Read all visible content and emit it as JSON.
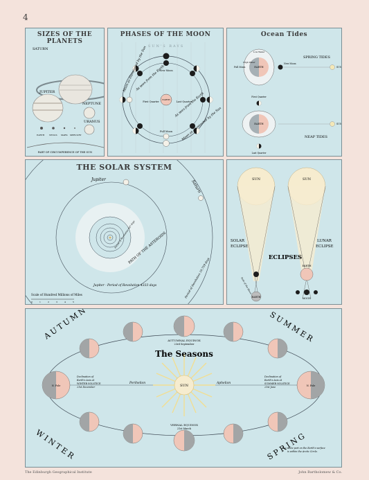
{
  "page_number": "4",
  "footer": {
    "left": "The Edinburgh Geographical Institute",
    "right": "John Bartholomew & Co."
  },
  "colors": {
    "page_bg": "#f4e3dc",
    "panel_bg": "#cfe6ea",
    "sun": "#f6eccf",
    "earth_pink": "#f0c6b8",
    "dark": "#1c1c1c",
    "orbit": "#3f4a55"
  },
  "planets": {
    "title": "SIZES OF THE PLANETS",
    "saturn": "SATURN",
    "jupiter": "JUPITER",
    "neptune": "NEPTUNE",
    "uranus": "URANUS",
    "small": [
      "EARTH",
      "VENUS",
      "MARS",
      "MERCURY"
    ],
    "sun_note": "PART OF CIRCUMFERENCE OF THE SUN"
  },
  "moon": {
    "title": "PHASES OF THE MOON",
    "sun_rays": "SUN'S RAYS",
    "outer_left": "Moon as illuminated by the Sun",
    "inner_left": "As seen from the Earth",
    "inner_right": "As seen from the Earth",
    "outer_right": "Moon as illuminated by the Sun",
    "new_moon": "New Moon",
    "first_quarter": "First Quarter",
    "last_quarter": "Last Quarter",
    "full_moon": "Full Moon",
    "earth": "EARTH"
  },
  "tides": {
    "title": "Ocean Tides",
    "spring": "SPRING TIDES",
    "neap": "NEAP TIDES",
    "full_moon": "Full Moon",
    "new_moon": "New Moon",
    "earth": "EARTH",
    "sun": "SUN",
    "low_water": "Low Water",
    "high_water": "High Water",
    "first_quarter": "First Quarter",
    "last_quarter": "Last Quarter"
  },
  "solar": {
    "title": "THE SOLAR SYSTEM",
    "jupiter_top": "Jupiter",
    "saturn": "Saturn",
    "path": "PATH OF THE ASTEROIDS",
    "jupiter_period": "Jupiter - Period of Revolution 4333 days",
    "saturn_period": "Period of Revolution 10,759 days",
    "mars_period": "Period of Revolution 687 days",
    "scale": "Scale of Hundred Millions of Miles",
    "scale_ticks": [
      "0",
      "1",
      "2",
      "3",
      "4",
      "5"
    ]
  },
  "eclipses": {
    "title": "ECLIPSES",
    "sun": "SUN",
    "solar": [
      "SOLAR",
      "ECLIPSE"
    ],
    "lunar": [
      "LUNAR",
      "ECLIPSE"
    ],
    "earth": "EARTH",
    "moon": "MOON",
    "path": "Path of the Moon"
  },
  "seasons": {
    "title": "The Seasons",
    "autumn": "AUTUMN",
    "summer": "SUMMER",
    "winter": "WINTER",
    "spring": "SPRING",
    "autumnal": [
      "AUTUMNAL EQUINOX",
      "23rd September"
    ],
    "vernal": [
      "VERNAL EQUINOX",
      "21st March"
    ],
    "perihelion": "Perihelion",
    "aphelion": "Aphelion",
    "sun": "SUN",
    "winter_note": [
      "Declination of",
      "Earth's Axis at",
      "WINTER SOLSTICE",
      "21st December"
    ],
    "summer_note": [
      "Declination of",
      "Earth's Axis at",
      "SUMMER SOLSTICE",
      "21st June"
    ],
    "left_globe": "N. Pole",
    "right_globe": "N. Pole",
    "footnote": [
      "The white part on the Earth's surface",
      "is within the Arctic Circle."
    ]
  }
}
